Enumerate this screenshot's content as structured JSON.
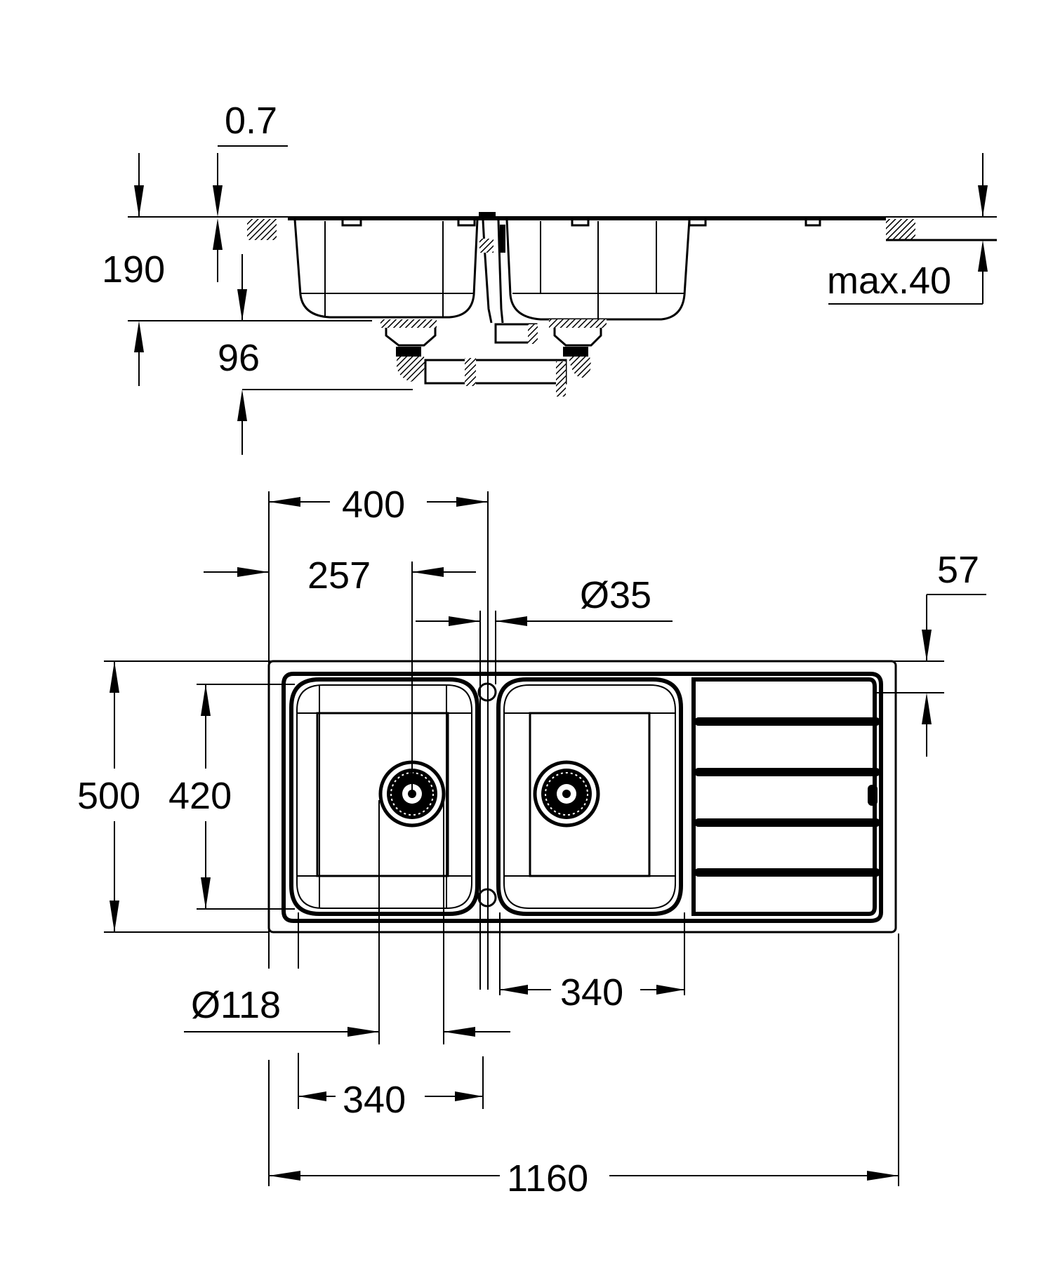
{
  "drawing": {
    "subject": "Double bowl kitchen sink with drainer",
    "units": "mm",
    "colors": {
      "line": "#000000",
      "background": "#ffffff"
    }
  },
  "side_view": {
    "dimensions": {
      "sheet_thickness": "0.7",
      "bowl_depth": "190",
      "waste_depth": "96",
      "worktop_thickness": "max.40"
    }
  },
  "top_view": {
    "dimensions": {
      "bowl_pitch": "400",
      "waste_offset": "257",
      "tap_hole_diameter": "Ø35",
      "rim_offset": "57",
      "overall_depth": "500",
      "bowl_depth_plan": "420",
      "right_bowl_width": "340",
      "waste_diameter": "Ø118",
      "left_bowl_width": "340",
      "overall_width": "1160"
    },
    "drainer_grooves": 4,
    "bowls": 2
  }
}
